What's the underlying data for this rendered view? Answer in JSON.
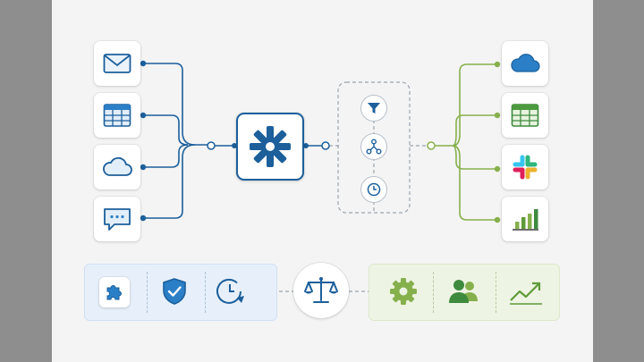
{
  "colors": {
    "page_bg": "#f4f4f4",
    "side_bg": "#8e8e8e",
    "blue": "#1c5f9b",
    "blue_light": "#2a7fc7",
    "green": "#86b04c",
    "green_dark": "#3e8a3e",
    "dashed": "#9aa3ad",
    "panel_blue": "#e7f0fa",
    "panel_green": "#eef4e4"
  },
  "diagram": {
    "left_sources": [
      {
        "id": "email",
        "icon": "envelope-icon"
      },
      {
        "id": "table",
        "icon": "spreadsheet-icon"
      },
      {
        "id": "cloud",
        "icon": "cloud-outline-icon"
      },
      {
        "id": "chat",
        "icon": "chat-bubble-icon"
      }
    ],
    "hub": {
      "icon": "asterisk-hub-icon"
    },
    "pipeline_steps": [
      {
        "icon": "filter-icon"
      },
      {
        "icon": "branch-nodes-icon"
      },
      {
        "icon": "clock-icon"
      }
    ],
    "right_destinations": [
      {
        "id": "cloud-filled",
        "icon": "cloud-filled-icon"
      },
      {
        "id": "sheets",
        "icon": "green-spreadsheet-icon"
      },
      {
        "id": "slack",
        "icon": "slack-icon"
      },
      {
        "id": "chart",
        "icon": "bar-chart-icon"
      }
    ],
    "bottom_left_panel": [
      {
        "icon": "puzzle-piece-icon"
      },
      {
        "icon": "shield-check-icon"
      },
      {
        "icon": "clock-refresh-icon"
      }
    ],
    "center_badge": {
      "icon": "balance-scale-icon"
    },
    "bottom_right_panel": [
      {
        "icon": "gear-icon"
      },
      {
        "icon": "users-icon"
      },
      {
        "icon": "trend-line-icon"
      }
    ]
  }
}
